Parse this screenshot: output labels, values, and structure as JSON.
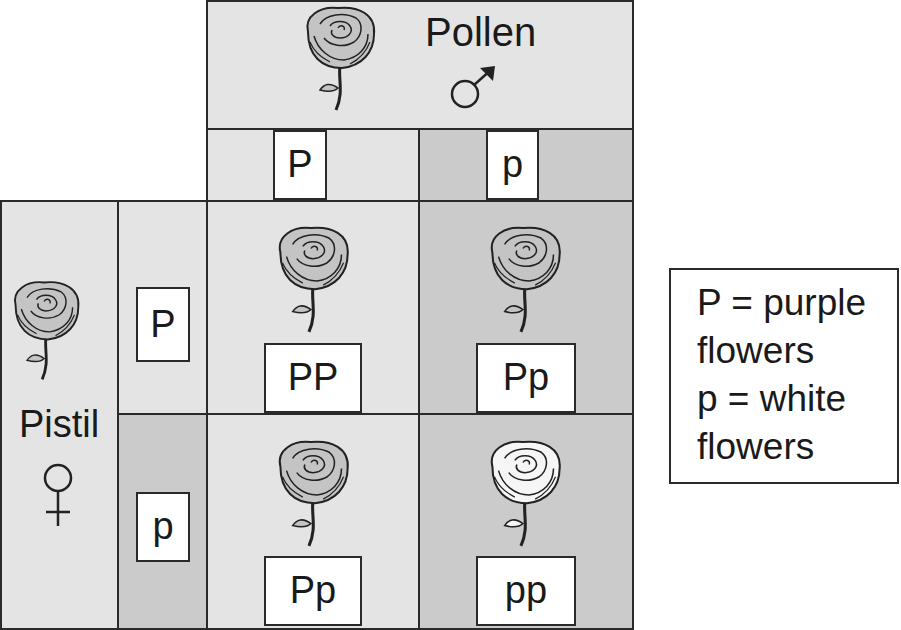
{
  "diagram": {
    "nodes": [
      {
        "text": [
          "Pollen"
        ]
      },
      {
        "text": [
          "P"
        ]
      },
      {
        "text": [
          "p"
        ]
      },
      {
        "text": [
          "Pistil"
        ]
      },
      {
        "text": [
          "P"
        ]
      },
      {
        "text": [
          "PP"
        ]
      },
      {
        "text": [
          "Pp"
        ]
      },
      {
        "text": [
          "p"
        ]
      },
      {
        "text": [
          "Pp"
        ]
      },
      {
        "text": [
          "pp"
        ]
      },
      {
        "text": [
          "P = purple flowers",
          "p = white flowers"
        ]
      }
    ]
  }
}
